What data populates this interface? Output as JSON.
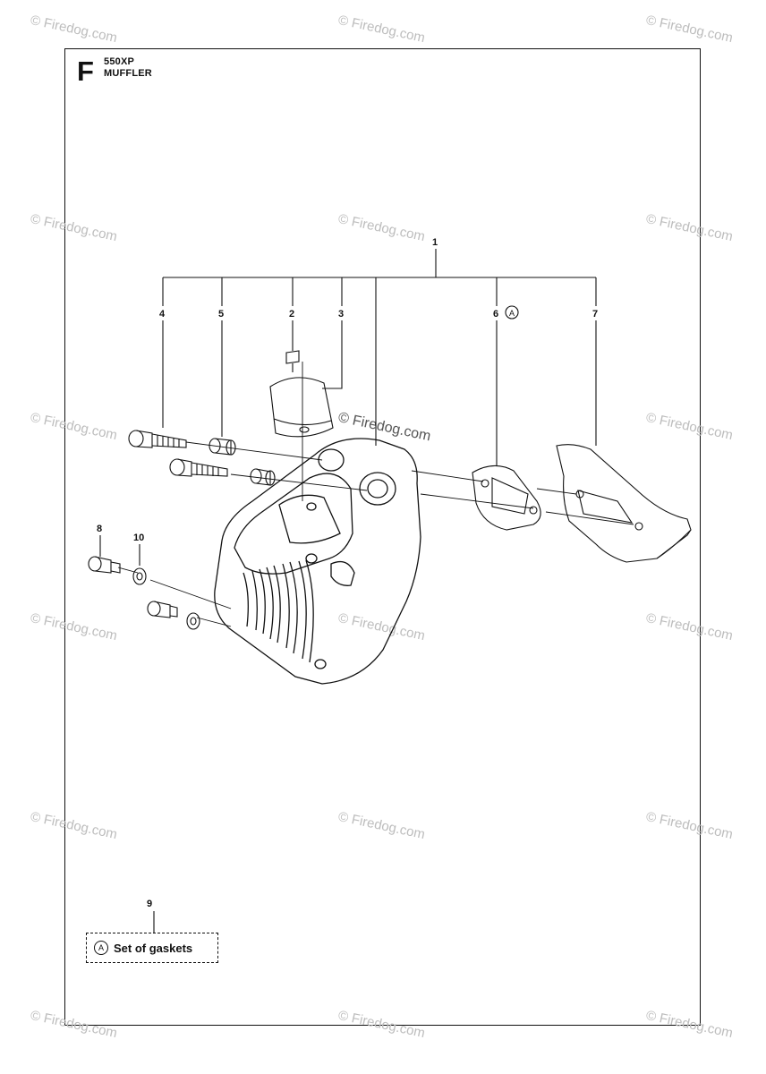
{
  "header": {
    "section_letter": "F",
    "model": "550XP",
    "title": "MUFFLER"
  },
  "watermarks": {
    "text": "© Firedog.com"
  },
  "callouts": {
    "c1": "1",
    "c2": "2",
    "c3": "3",
    "c4": "4",
    "c5": "5",
    "c6": "6",
    "c7": "7",
    "c8": "8",
    "c9": "9",
    "c10": "10",
    "marker_a": "A"
  },
  "legend": {
    "marker": "A",
    "label": "Set of gaskets"
  }
}
